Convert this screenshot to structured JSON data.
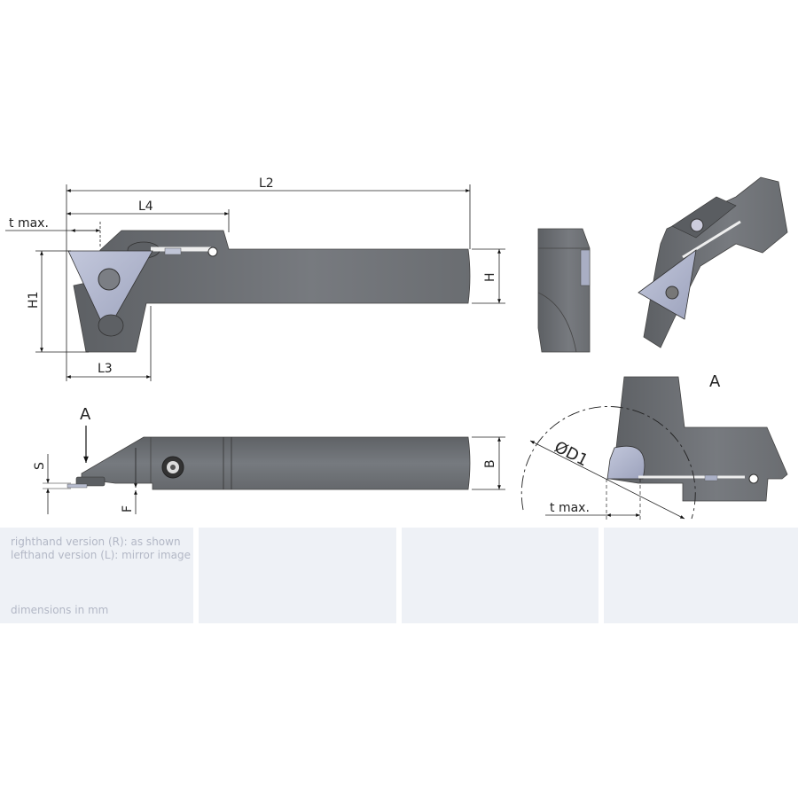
{
  "labels": {
    "l2": "L2",
    "l4": "L4",
    "t_max_top": "t max.",
    "h1": "H1",
    "l3": "L3",
    "h": "H",
    "view_a_arrow": "A",
    "s": "S",
    "f": "F",
    "b": "B",
    "view_a_title": "A",
    "d1": "ØD1",
    "t_max_view_a": "t max."
  },
  "notes": {
    "righthand": "righthand version (R): as shown",
    "lefthand": "lefthand version (L): mirror image",
    "units": "dimensions in mm"
  },
  "colors": {
    "body": "#6d7075",
    "insert": "#aeb3cc",
    "footer": "#eef1f6",
    "note_text": "#b3b8c6"
  }
}
